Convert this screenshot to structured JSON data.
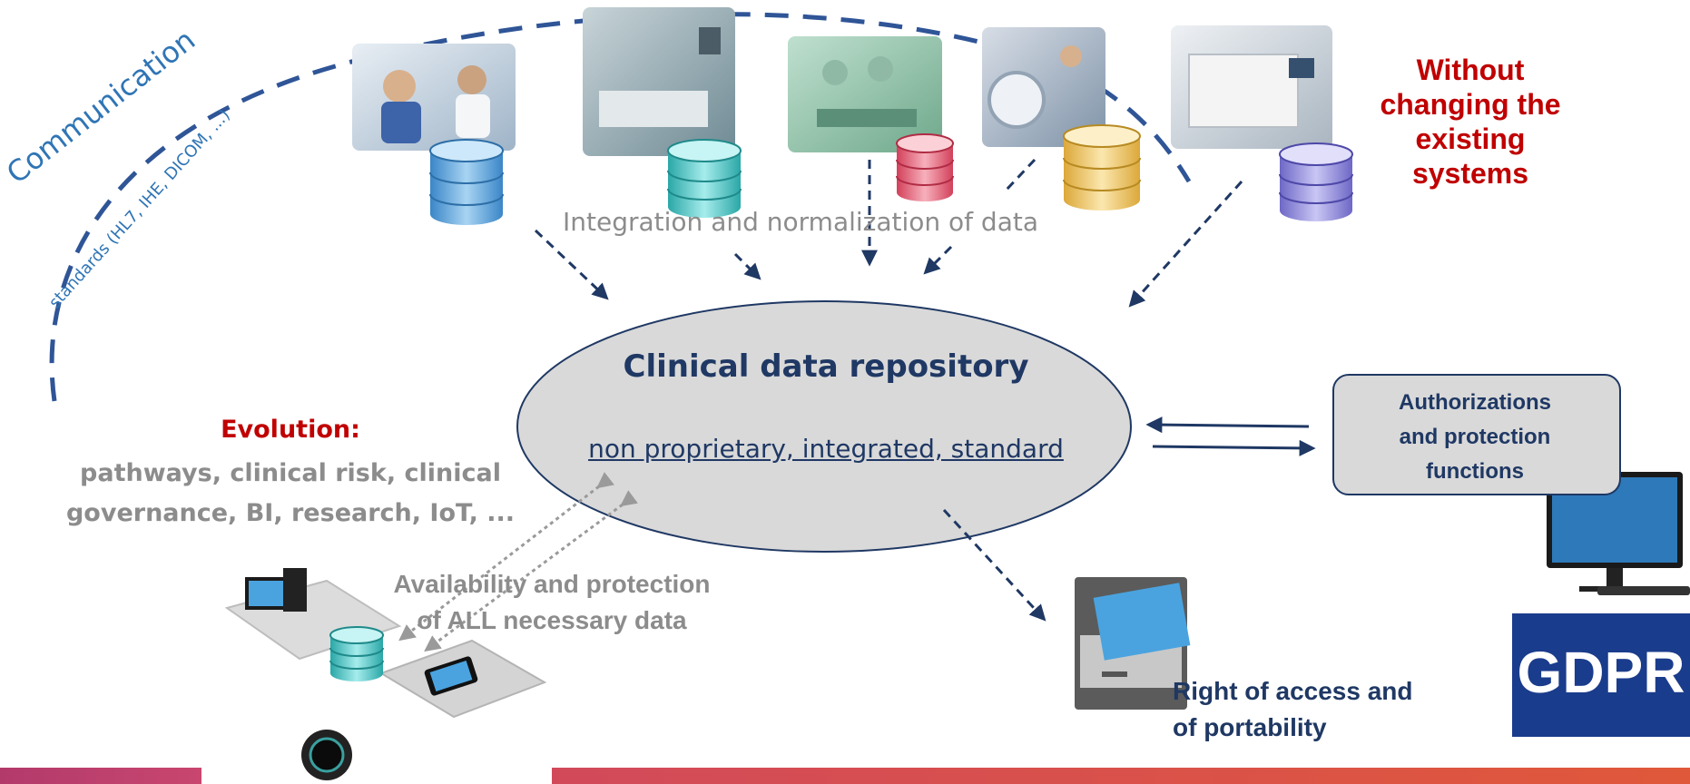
{
  "communication": {
    "title": "Communication",
    "subtitle": "standards (HL7, IHE, DICOM, ...)"
  },
  "top_note": {
    "lines": [
      "Without",
      "changing the",
      "existing",
      "systems"
    ]
  },
  "integration_label": "Integration and normalization of data",
  "repository": {
    "title": "Clinical data repository",
    "subtitle": "non proprietary, integrated, standard"
  },
  "evolution": {
    "title": "Evolution:",
    "line1": "pathways, clinical risk, clinical",
    "line2": "governance, BI, research, IoT, ..."
  },
  "authorization": {
    "lines": [
      "Authorizations",
      "and protection",
      "functions"
    ]
  },
  "availability": {
    "line1": "Availability and protection",
    "line2": "of ALL necessary data"
  },
  "rights": {
    "line1": "Right of access and",
    "line2": "of portability"
  },
  "gdpr_logo": "GDPR",
  "colors": {
    "navy": "#1f3864",
    "red": "#c00000",
    "grey_text": "#8c8c8c",
    "db_blue": "#5ba3d9",
    "db_teal": "#4fc4c4",
    "db_red": "#e05a6e",
    "db_yellow": "#e8c45a",
    "db_purple": "#8b84d6"
  }
}
